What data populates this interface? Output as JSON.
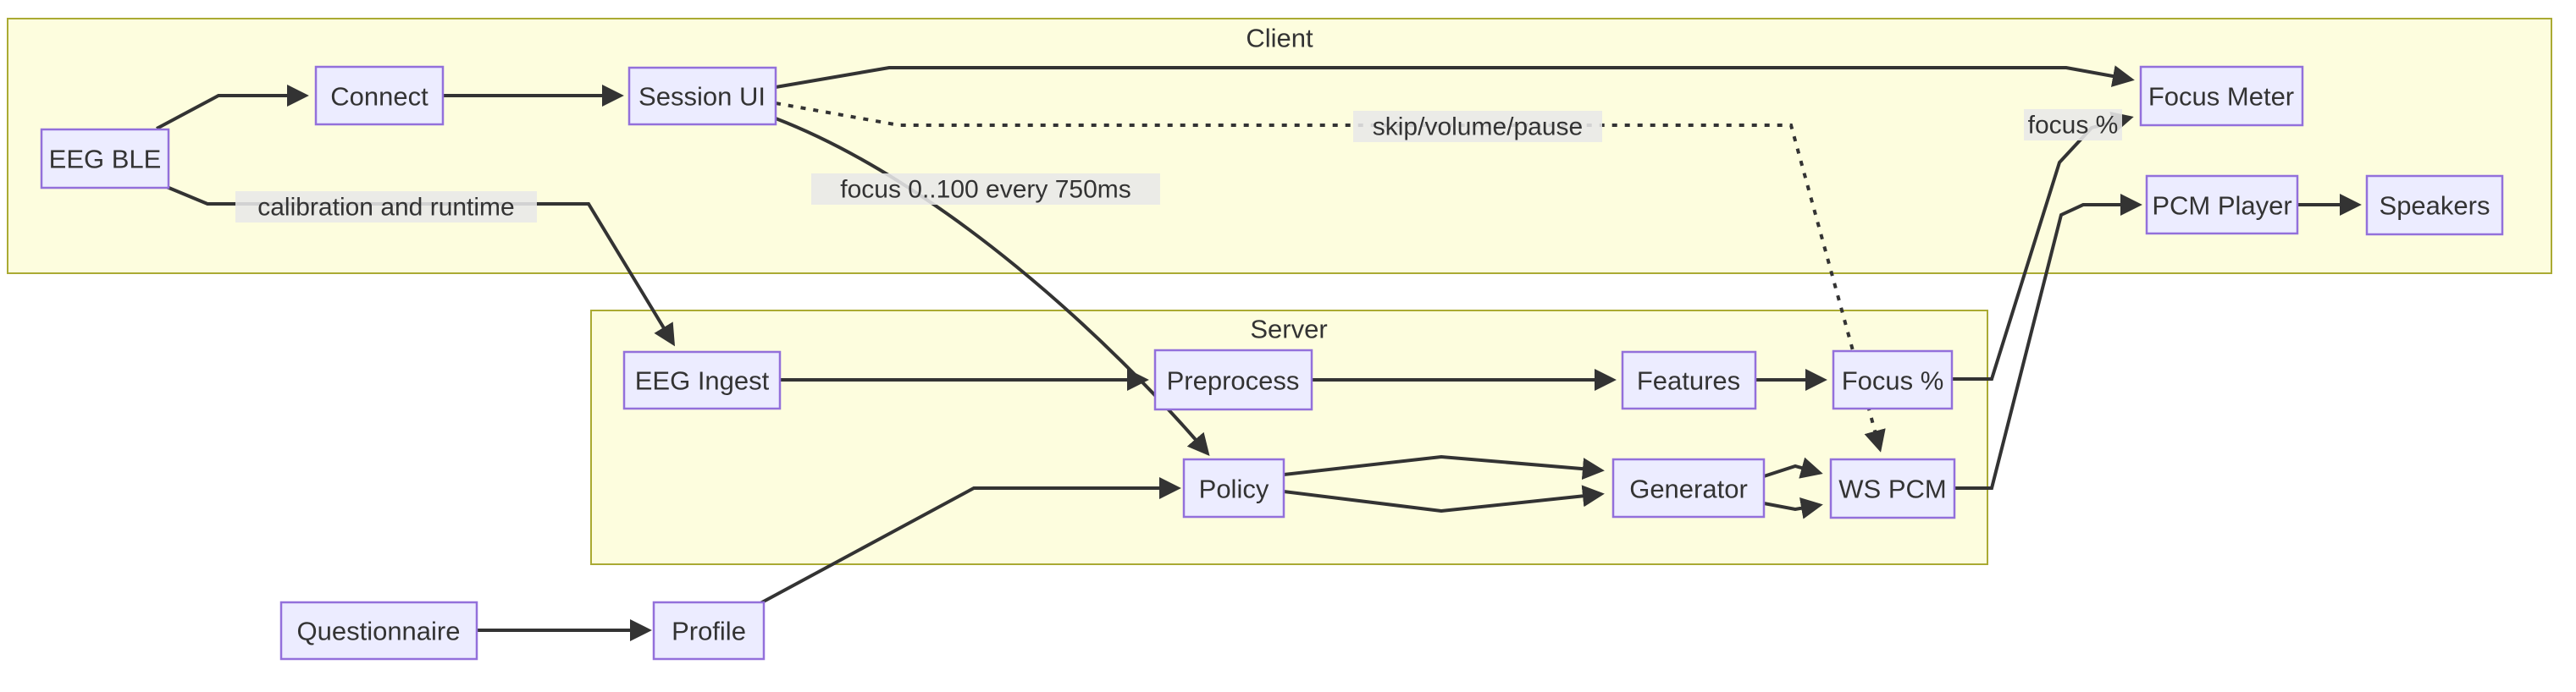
{
  "diagram": {
    "type": "flowchart-LR",
    "subgraphs": [
      {
        "id": "client",
        "label": "Client",
        "members": [
          "EEG BLE",
          "Connect",
          "Session UI",
          "Focus Meter",
          "PCM Player",
          "Speakers"
        ]
      },
      {
        "id": "server",
        "label": "Server",
        "members": [
          "EEG Ingest",
          "Preprocess",
          "Features",
          "Focus %",
          "Policy",
          "Generator",
          "WS PCM"
        ]
      }
    ],
    "nodes": {
      "eeg_ble": "EEG BLE",
      "connect": "Connect",
      "session_ui": "Session UI",
      "focus_meter": "Focus Meter",
      "pcm_player": "PCM Player",
      "speakers": "Speakers",
      "eeg_ingest": "EEG Ingest",
      "preprocess": "Preprocess",
      "features": "Features",
      "focus_pct": "Focus %",
      "policy": "Policy",
      "generator": "Generator",
      "ws_pcm": "WS PCM",
      "questionnaire": "Questionnaire",
      "profile": "Profile"
    },
    "edge_labels": {
      "calibration": "calibration and runtime",
      "focus_stream": "focus 0..100 every 750ms",
      "controls": "skip/volume/pause",
      "focus_pct": "focus %"
    },
    "edges": [
      {
        "from": "EEG BLE",
        "to": "Connect",
        "style": "solid",
        "label": ""
      },
      {
        "from": "Connect",
        "to": "Session UI",
        "style": "solid",
        "label": ""
      },
      {
        "from": "Session UI",
        "to": "Focus Meter",
        "style": "solid",
        "label": ""
      },
      {
        "from": "Session UI",
        "to": "Policy",
        "style": "solid",
        "label": "focus 0..100 every 750ms"
      },
      {
        "from": "Session UI",
        "to": "WS PCM",
        "style": "dotted",
        "label": "skip/volume/pause"
      },
      {
        "from": "EEG BLE",
        "to": "EEG Ingest",
        "style": "solid",
        "label": "calibration and runtime"
      },
      {
        "from": "EEG Ingest",
        "to": "Preprocess",
        "style": "solid",
        "label": ""
      },
      {
        "from": "Preprocess",
        "to": "Features",
        "style": "solid",
        "label": ""
      },
      {
        "from": "Features",
        "to": "Focus %",
        "style": "solid",
        "label": ""
      },
      {
        "from": "Focus %",
        "to": "Focus Meter",
        "style": "solid",
        "label": "focus %"
      },
      {
        "from": "Policy",
        "to": "Generator",
        "style": "solid",
        "label": "",
        "parallel_count": 2
      },
      {
        "from": "Generator",
        "to": "WS PCM",
        "style": "solid",
        "label": "",
        "parallel_count": 2
      },
      {
        "from": "WS PCM",
        "to": "PCM Player",
        "style": "solid",
        "label": ""
      },
      {
        "from": "PCM Player",
        "to": "Speakers",
        "style": "solid",
        "label": ""
      },
      {
        "from": "Questionnaire",
        "to": "Profile",
        "style": "solid",
        "label": ""
      },
      {
        "from": "Profile",
        "to": "Policy",
        "style": "solid",
        "label": ""
      }
    ],
    "colors": {
      "node_fill": "#ececff",
      "node_border": "#9370db",
      "subgraph_fill": "#fdfdde",
      "subgraph_border": "#aaaa33",
      "edge_stroke": "#333333",
      "text": "#333333",
      "edge_label_bg": "#e8e8e8",
      "canvas_bg": "#ffffff"
    }
  }
}
